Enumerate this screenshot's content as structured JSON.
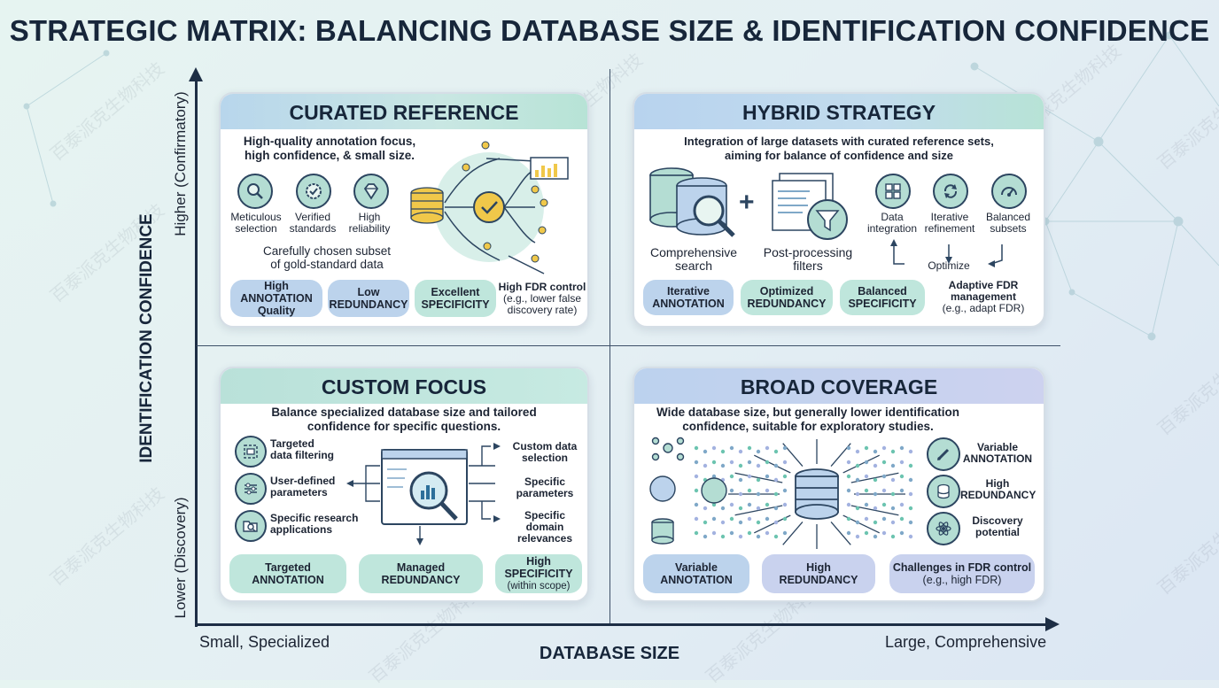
{
  "title": "STRATEGIC MATRIX: BALANCING DATABASE SIZE & IDENTIFICATION CONFIDENCE",
  "axes": {
    "y_title": "IDENTIFICATION CONFIDENCE",
    "y_high": "Higher (Confirmatory)",
    "y_low": "Lower (Discovery)",
    "x_title": "DATABASE SIZE",
    "x_small": "Small, Specialized",
    "x_large": "Large, Comprehensive"
  },
  "watermark": "百泰派克生物科技",
  "curated": {
    "heading": "CURATED REFERENCE",
    "desc_1": "High-quality annotation focus,",
    "desc_2": "high confidence, & small size.",
    "icons": [
      {
        "icon": "magnifier-icon",
        "l1": "Meticulous",
        "l2": "selection"
      },
      {
        "icon": "check-badge-icon",
        "l1": "Verified",
        "l2": "standards"
      },
      {
        "icon": "diamond-icon",
        "l1": "High",
        "l2": "reliability"
      }
    ],
    "subset_1": "Carefully chosen subset",
    "subset_2": "of gold-standard data",
    "pills": [
      {
        "l1": "High",
        "l2": "ANNOTATION",
        "l3": "Quality"
      },
      {
        "l1": "Low",
        "l2": "REDUNDANCY"
      },
      {
        "l1": "Excellent",
        "l2": "SPECIFICITY"
      }
    ],
    "fdr_1": "High FDR control",
    "fdr_2": "(e.g., lower false",
    "fdr_3": "discovery rate)"
  },
  "hybrid": {
    "heading": "HYBRID STRATEGY",
    "desc_1": "Integration of large datasets with curated reference sets,",
    "desc_2": "aiming for balance of confidence and size",
    "search_1": "Comprehensive",
    "search_2": "search",
    "filter_1": "Post-processing",
    "filter_2": "filters",
    "icons": [
      {
        "icon": "data-integration-icon",
        "l1": "Data",
        "l2": "integration"
      },
      {
        "icon": "refresh-icon",
        "l1": "Iterative",
        "l2": "refinement"
      },
      {
        "icon": "gauge-icon",
        "l1": "Balanced",
        "l2": "subsets"
      }
    ],
    "optimize": "Optimize",
    "pills": [
      {
        "l1": "Iterative",
        "l2": "ANNOTATION"
      },
      {
        "l1": "Optimized",
        "l2": "REDUNDANCY"
      },
      {
        "l1": "Balanced",
        "l2": "SPECIFICITY"
      }
    ],
    "fdr_1": "Adaptive FDR",
    "fdr_2": "management",
    "fdr_3": "(e.g., adapt FDR)"
  },
  "custom": {
    "heading": "CUSTOM FOCUS",
    "desc_1": "Balance specialized database size and tailored",
    "desc_2": "confidence for specific questions.",
    "left_items": [
      {
        "icon": "filter-box-icon",
        "l1": "Targeted",
        "l2": "data filtering"
      },
      {
        "icon": "sliders-icon",
        "l1": "User-defined",
        "l2": "parameters"
      },
      {
        "icon": "folder-search-icon",
        "l1": "Specific research",
        "l2": "applications"
      }
    ],
    "right_items": [
      {
        "l1": "Custom data",
        "l2": "selection"
      },
      {
        "l1": "Specific",
        "l2": "parameters"
      },
      {
        "l1": "Specific",
        "l2": "domain",
        "l3": "relevances"
      }
    ],
    "pills": [
      {
        "l1": "Targeted",
        "l2": "ANNOTATION"
      },
      {
        "l1": "Managed",
        "l2": "REDUNDANCY"
      },
      {
        "l1": "High",
        "l2": "SPECIFICITY",
        "l3": "(within scope)"
      }
    ]
  },
  "broad": {
    "heading": "BROAD COVERAGE",
    "desc_1": "Wide database size, but generally lower identification",
    "desc_2": "confidence, suitable for exploratory studies.",
    "right_items": [
      {
        "icon": "pen-icon",
        "l1": "Variable",
        "l2": "ANNOTATION"
      },
      {
        "icon": "database-icon",
        "l1": "High",
        "l2": "REDUNDANCY"
      },
      {
        "icon": "atom-icon",
        "l1": "Discovery",
        "l2": "potential"
      }
    ],
    "pills": [
      {
        "l1": "Variable",
        "l2": "ANNOTATION"
      },
      {
        "l1": "High",
        "l2": "REDUNDANCY"
      },
      {
        "l1": "Challenges in FDR control",
        "l2": "(e.g., high FDR)"
      }
    ]
  },
  "colors": {
    "teal": "#b4ddd3",
    "blue": "#bcd3ec",
    "lavender": "#c9d2ee",
    "ink": "#17263a"
  }
}
